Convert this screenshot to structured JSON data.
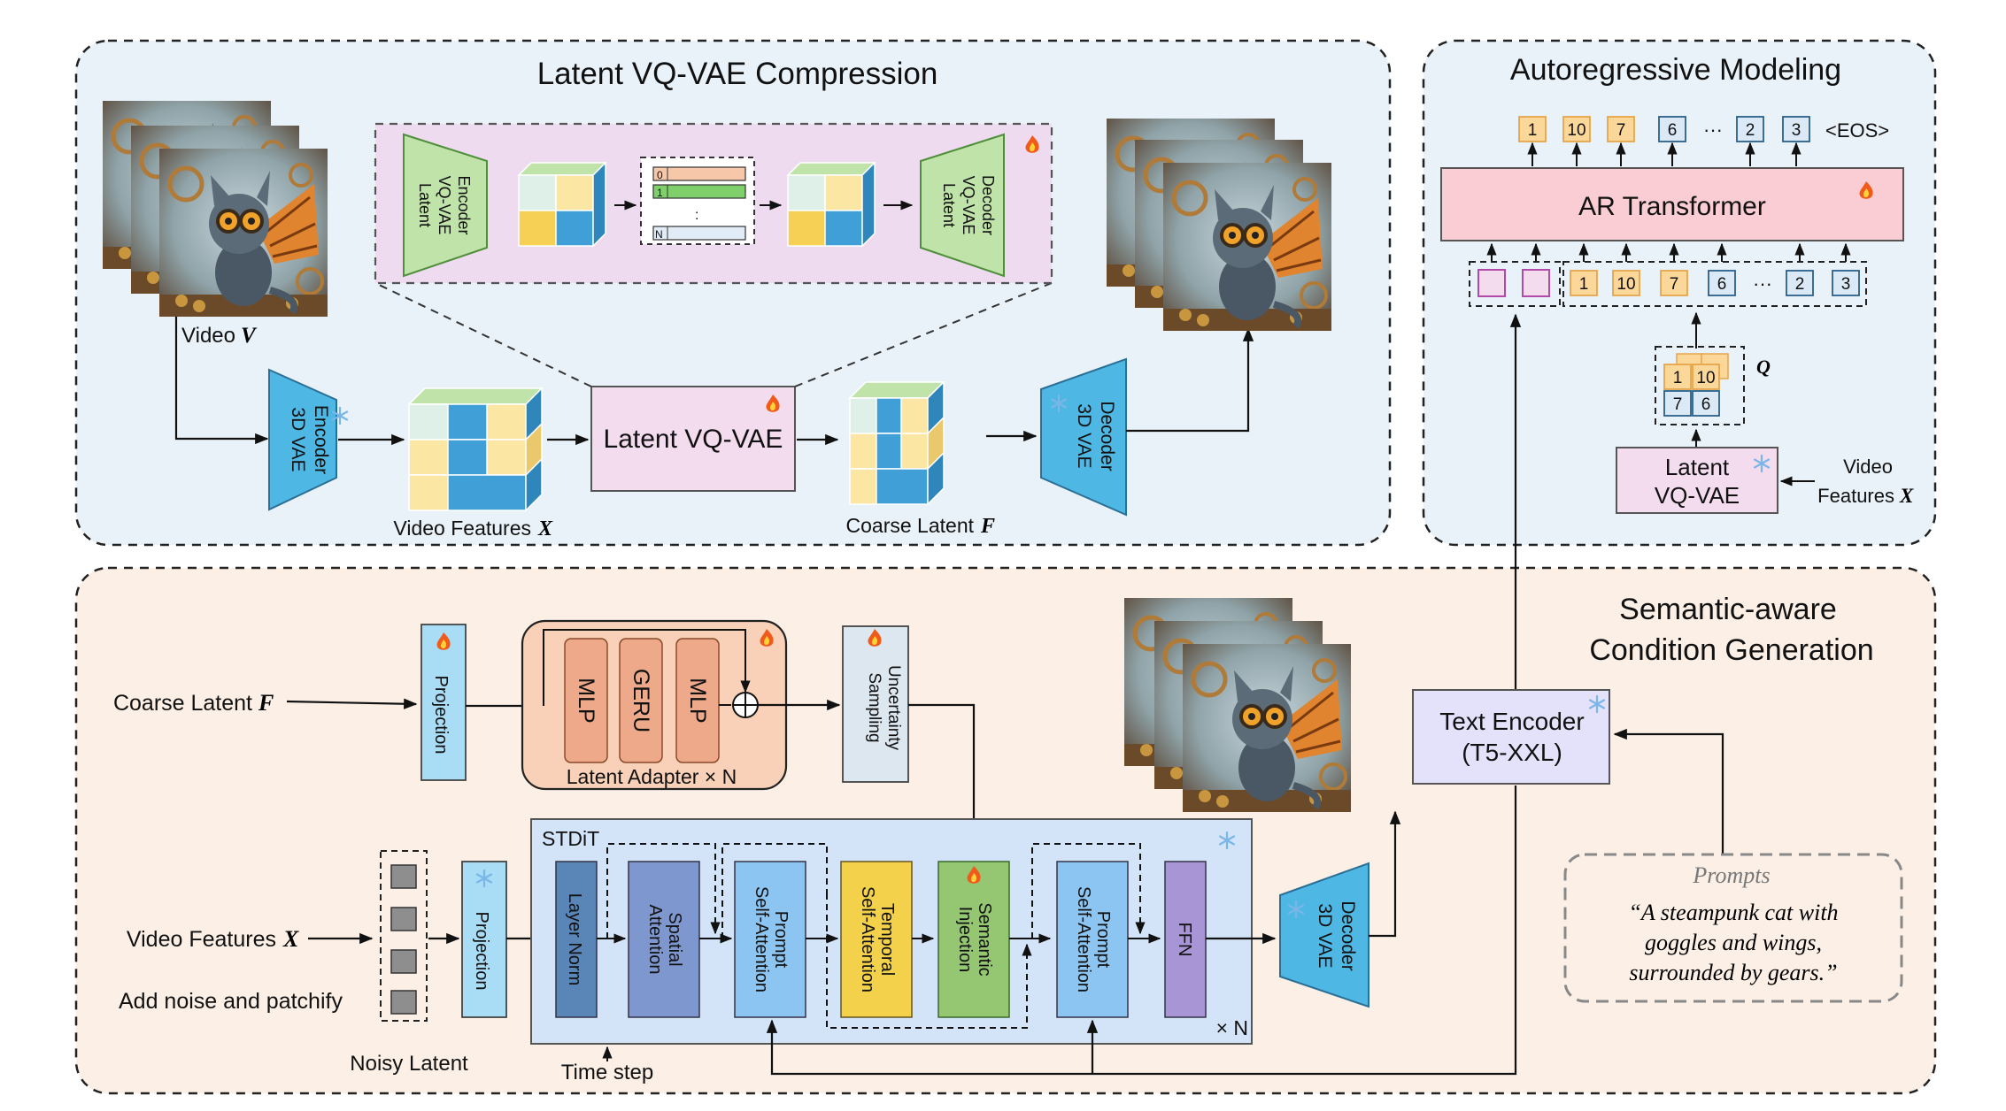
{
  "panels": {
    "compression_title": "Latent VQ-VAE Compression",
    "ar_title": "Autoregressive Modeling",
    "semantic_title_line1": "Semantic-aware",
    "semantic_title_line2": "Condition Generation"
  },
  "compression": {
    "video_label": "Video",
    "video_var": "V",
    "vae_encoder_l1": "3D VAE",
    "vae_encoder_l2": "Encoder",
    "video_features_label": "Video Features",
    "video_features_var": "X",
    "latent_vqvae": "Latent VQ-VAE",
    "coarse_latent_label": "Coarse Latent",
    "coarse_latent_var": "F",
    "vae_decoder_l1": "3D VAE",
    "vae_decoder_l2": "Decoder",
    "inset_encoder_l1": "Latent",
    "inset_encoder_l2": "VQ-VAE",
    "inset_encoder_l3": "Encoder",
    "inset_decoder_l1": "Latent",
    "inset_decoder_l2": "VQ-VAE",
    "inset_decoder_l3": "Decoder",
    "codebook_0": "0",
    "codebook_1": "1",
    "codebook_dots": ":",
    "codebook_n": "N"
  },
  "ar": {
    "transformer": "AR Transformer",
    "output_tokens": [
      "1",
      "10",
      "7",
      "6",
      "···",
      "2",
      "3"
    ],
    "eos": "<EOS>",
    "input_tokens": [
      "1",
      "10",
      "7",
      "6",
      "···",
      "2",
      "3"
    ],
    "q_tokens": [
      "1",
      "10",
      "7",
      "6"
    ],
    "q_label": "Q",
    "latent_vqvae_l1": "Latent",
    "latent_vqvae_l2": "VQ-VAE",
    "video_features_l1": "Video",
    "video_features_l2": "Features",
    "video_features_var": "X"
  },
  "semantic": {
    "coarse_latent_label": "Coarse Latent",
    "coarse_latent_var": "F",
    "projection": "Projection",
    "mlp": "MLP",
    "geru": "GERU",
    "adapter_label": "Latent Adapter × N",
    "uncertainty_l1": "Uncertainty",
    "uncertainty_l2": "Sampling",
    "text_encoder_l1": "Text Encoder",
    "text_encoder_l2": "(T5-XXL)",
    "prompts_title": "Prompts",
    "prompt_l1": "“A steampunk cat with",
    "prompt_l2": "goggles and wings,",
    "prompt_l3": "surrounded by gears.”",
    "video_features_label": "Video Features",
    "video_features_var": "X",
    "add_noise": "Add noise and patchify",
    "noisy_latent": "Noisy Latent",
    "projection2": "Projection",
    "stdit": "STDiT",
    "layer_norm": "Layer Norm",
    "spatial_l1": "Spatial",
    "spatial_l2": "Attention",
    "prompt_attn_l1": "Prompt",
    "prompt_attn_l2": "Self-Attention",
    "temporal_l1": "Temporal",
    "temporal_l2": "Self-Attention",
    "semantic_l1": "Semantic",
    "semantic_l2": "Injection",
    "prompt_attn2_l1": "Prompt",
    "prompt_attn2_l2": "Self-Attention",
    "ffn": "FFN",
    "times_n": "× N",
    "time_step": "Time step",
    "vae_decoder_l1": "3D VAE",
    "vae_decoder_l2": "Decoder"
  },
  "colors": {
    "panel_blue": "#e9f2f9",
    "panel_peach": "#fbefe6",
    "green": "#bfe3a8",
    "trap_blue": "#4fb7e3",
    "pink": "#f4dcef",
    "ar_pink": "#f9cdd3",
    "token_orange": "#fbd79a",
    "token_blue": "#dbe9f6",
    "mlp": "#eea98a",
    "stdit_bg": "#d4e4f8",
    "layernorm": "#5a86b7",
    "spatial": "#7e97cf",
    "prompt_attn": "#8cc5f2",
    "temporal": "#f4d14a",
    "semantic": "#95c772",
    "ffn": "#a895d6",
    "text_encoder": "#e4e1fa"
  },
  "icons": [
    "fire-icon",
    "snowflake-icon",
    "cat-image"
  ]
}
